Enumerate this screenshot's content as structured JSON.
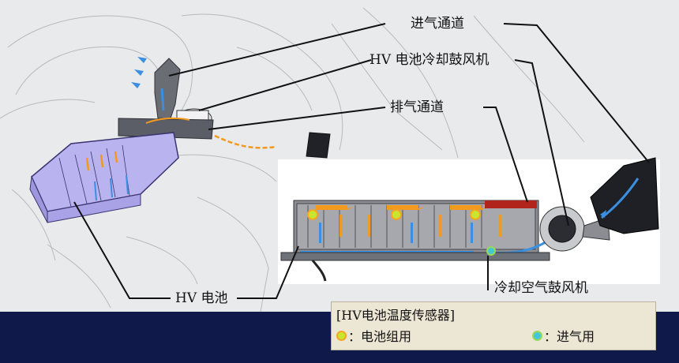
{
  "labels": {
    "intake_duct": "进气通道",
    "cooling_blower": "HV 电池冷却鼓风机",
    "exhaust_duct": "排气通道",
    "cooling_air_blower": "冷却空气鼓风机",
    "hv_battery": "HV 电池"
  },
  "legend": {
    "title": "[HV电池温度传感器]",
    "items": [
      {
        "text": "：电池组用",
        "dot_fill": "#c8e62e",
        "dot_ring": "#f5a623"
      },
      {
        "text": "：进气用",
        "dot_fill": "#43c7d8",
        "dot_ring": "#9ad85a"
      }
    ]
  },
  "colors": {
    "background": "#e9eaec",
    "footer_bar": "#101a4a",
    "battery_fill": "#b9b3f0",
    "airflow_cool": "#3a8fe0",
    "airflow_warm": "#f39a1e"
  }
}
